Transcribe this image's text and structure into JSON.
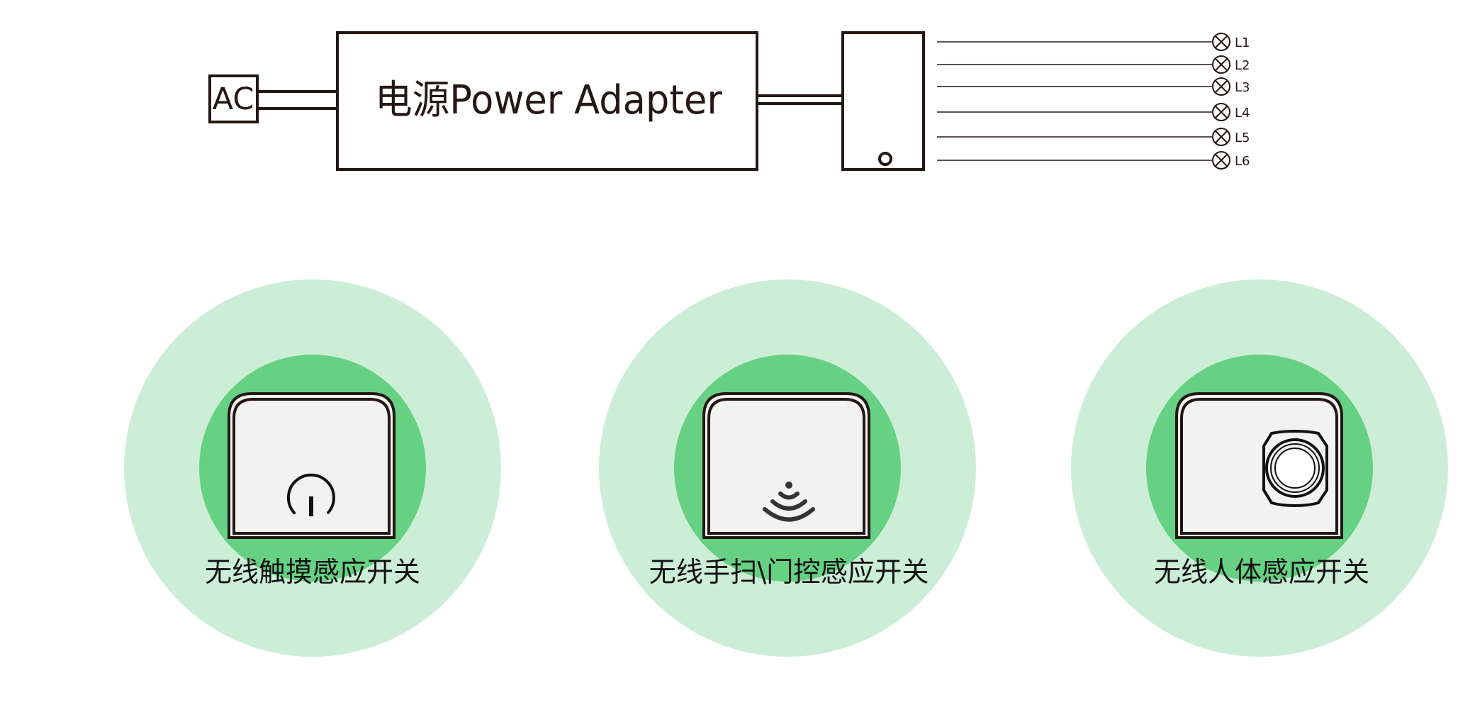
{
  "ac_label": "AC",
  "adapter_label": "电源Power Adapter",
  "lamps": [
    {
      "label": "L1"
    },
    {
      "label": "L2"
    },
    {
      "label": "L3"
    },
    {
      "label": "L4"
    },
    {
      "label": "L5"
    },
    {
      "label": "L6"
    }
  ],
  "switches": [
    {
      "label": "无线触摸感应开关",
      "icon": "power-icon"
    },
    {
      "label": "无线手扫\\门控感应开关",
      "icon": "wave-icon"
    },
    {
      "label": "无线人体感应开关",
      "icon": "pir-sensor-icon"
    }
  ],
  "colors": {
    "line": "#231815",
    "outer_circle": "#cdeed6",
    "inner_circle": "#66d183",
    "device_face": "#f2f2f2"
  }
}
